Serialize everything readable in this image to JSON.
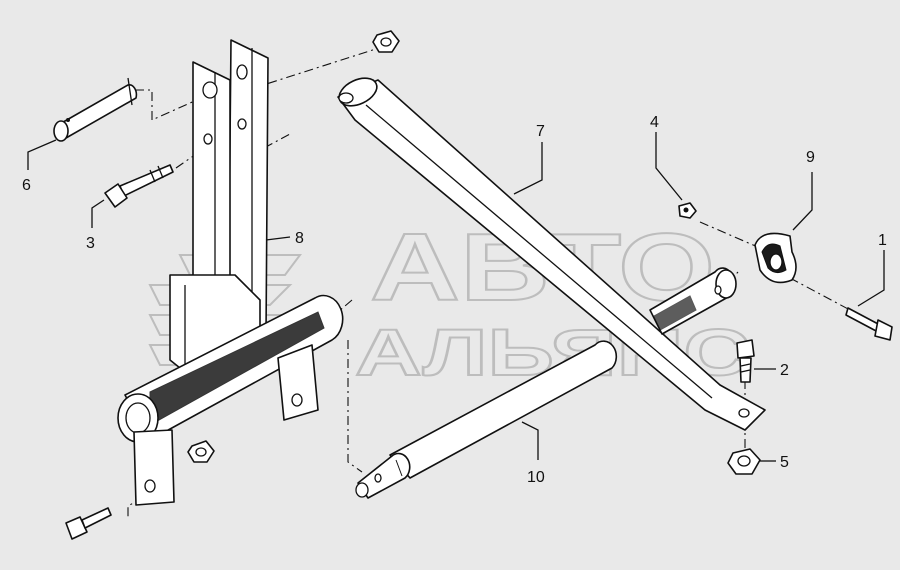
{
  "watermark": {
    "line1": "АВТО",
    "line2": "АЛЬЯНС"
  },
  "callouts": {
    "c1": "1",
    "c2": "2",
    "c3": "3",
    "c4": "4",
    "c5": "5",
    "c6": "6",
    "c7": "7",
    "c8": "8",
    "c9": "9",
    "c10": "10"
  },
  "colors": {
    "background": "#e9e9e9",
    "line": "#111111",
    "watermark": "#9a9a9a"
  }
}
